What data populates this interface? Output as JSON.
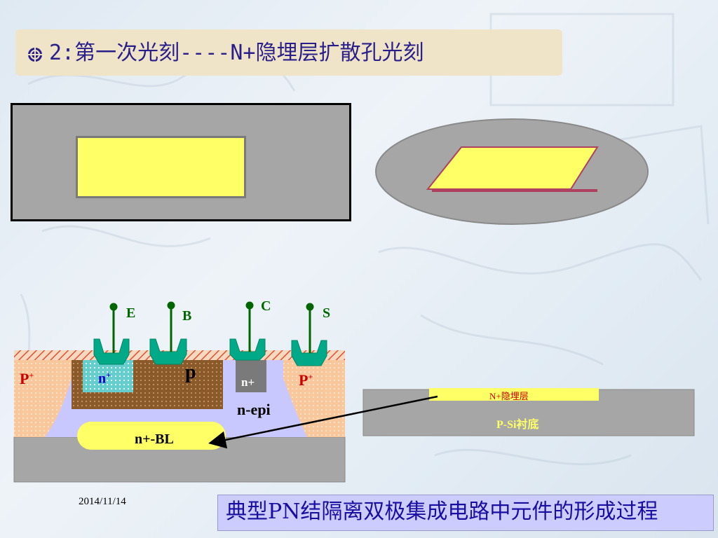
{
  "slide": {
    "title": "2:第一次光刻----N+隐埋层扩散孔光刻",
    "date": "2014/11/14",
    "footer": "典型PN结隔离双极集成电路中元件的形成过程"
  },
  "cross_section": {
    "terminals": [
      "E",
      "B",
      "C",
      "S"
    ],
    "region_p_plus_left": "P",
    "region_p_plus_right": "P",
    "sup_plus": "+",
    "region_n_plus_emitter": "n",
    "region_p_base": "p",
    "region_n_plus_collector": "n+",
    "region_n_epi": "n-epi",
    "region_buried_layer": "n+-BL"
  },
  "side_view": {
    "top_layer": "N+隐埋层",
    "substrate": "P-Si衬底"
  },
  "colors": {
    "title_text": "#2a1f8a",
    "window_yellow": "#ffff66",
    "substrate_gray": "#a6a6a6",
    "contact_green": "#009977",
    "label_green": "#006600",
    "footer_bg": "#ccccff"
  }
}
